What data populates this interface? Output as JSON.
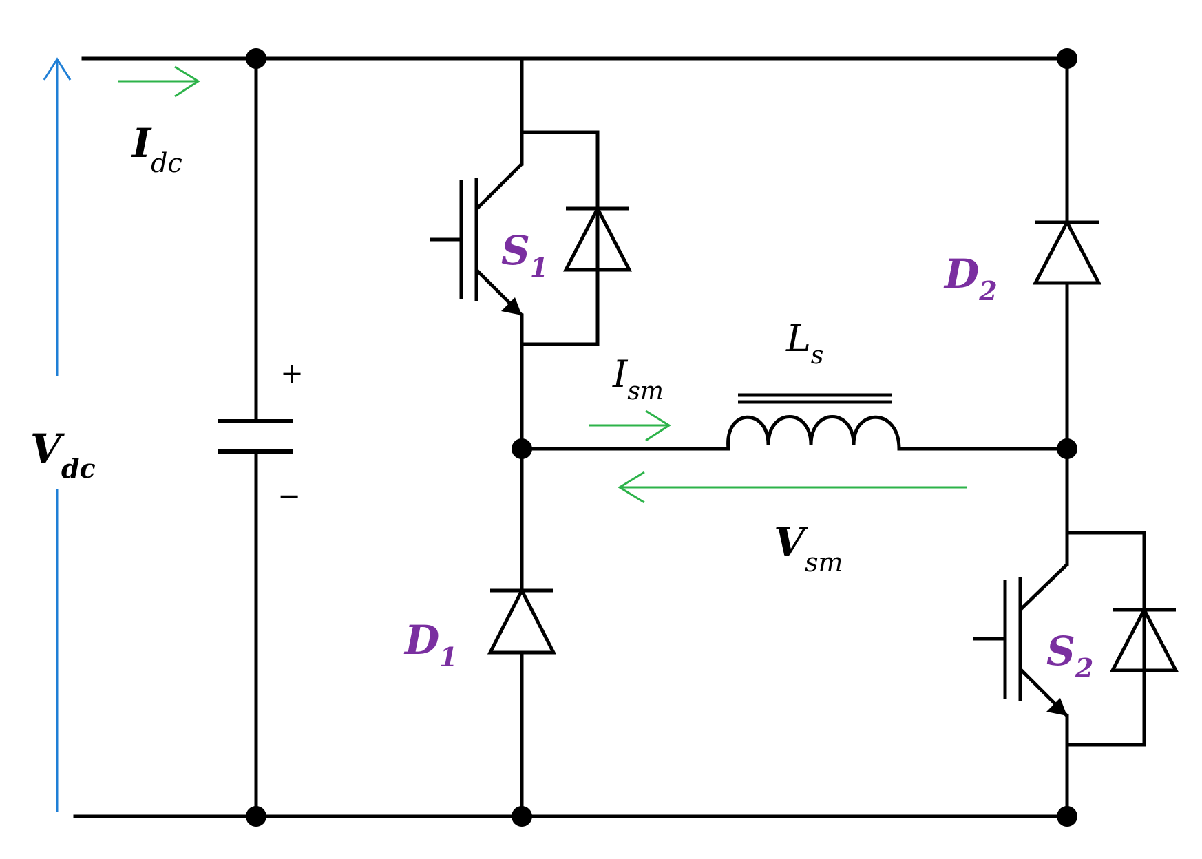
{
  "labels": {
    "idc_main": "I",
    "idc_sub": "dc",
    "vdc_main": "V",
    "vdc_sub": "dc",
    "s1_main": "S",
    "s1_sub": "1",
    "s2_main": "S",
    "s2_sub": "2",
    "d1_main": "D",
    "d1_sub": "1",
    "d2_main": "D",
    "d2_sub": "2",
    "ls_main": "L",
    "ls_sub": "s",
    "ism_main": "I",
    "ism_sub": "sm",
    "vsm_main": "V",
    "vsm_sub": "sm",
    "cap_plus": "+",
    "cap_minus": "−"
  },
  "colors": {
    "wire": "#000000",
    "voltage_arrow": "#1f7fd6",
    "current_arrow": "#2db34a",
    "component_label": "#7a2fa0"
  }
}
